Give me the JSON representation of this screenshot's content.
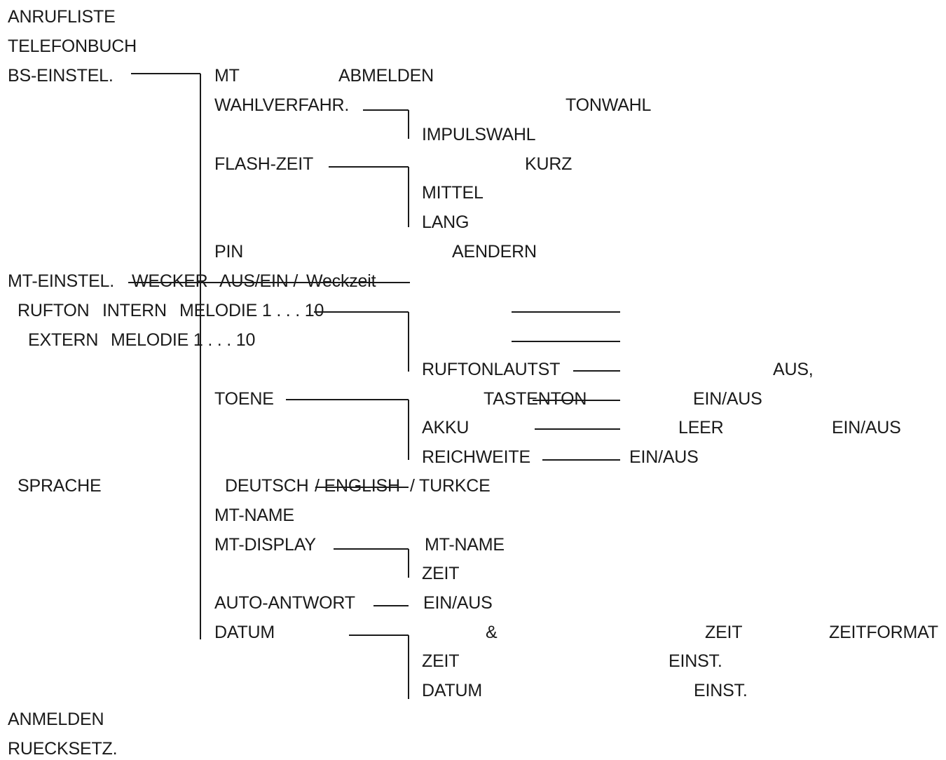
{
  "menu": {
    "anrufliste": "ANRUFLISTE",
    "telefonbuch": "TELEFONBUCH",
    "bs_einstel": "BS-EINSTEL.",
    "mt_einstel": "MT-EINSTEL.",
    "anmelden": "ANMELDEN",
    "ruecksetz": "RUECKSETZ."
  },
  "bs": {
    "mt": "MT",
    "abmelden": "ABMELDEN",
    "wahlverfahr": "WAHLVERFAHR.",
    "tonwahl": "TONWAHL",
    "impulswahl": "IMPULSWAHL",
    "flash_zeit": "FLASH-ZEIT",
    "kurz": "KURZ",
    "mittel": "MITTEL",
    "lang": "LANG",
    "pin": "PIN",
    "aendern": "AENDERN"
  },
  "mt": {
    "wecker": "WECKER",
    "aus_ein": "AUS/EIN /",
    "weckzeit": "Weckzeit",
    "rufton": "RUFTON",
    "intern": "INTERN",
    "intern_melodie": "MELODIE 1 . . . 10",
    "extern": "EXTERN",
    "extern_melodie": "MELODIE 1 . . . 10",
    "ruftonlautst": "RUFTONLAUTST",
    "aus_komma": "AUS,",
    "toene": "TOENE",
    "tastenton": "TASTENTON",
    "tastenton_ein_aus": "EIN/AUS",
    "akku": "AKKU",
    "leer": "LEER",
    "akku_ein_aus": "EIN/AUS",
    "reichweite": "REICHWEITE",
    "reichweite_ein_aus": "EIN/AUS",
    "sprache": "SPRACHE",
    "deutsch": "DEUTSCH",
    "english": "/ ENGLISH",
    "turkce": "/ TURKCE",
    "mt_name": "MT-NAME",
    "mt_display": "MT-DISPLAY",
    "display_mt_name": "MT-NAME",
    "display_zeit": "ZEIT",
    "auto_antwort": "AUTO-ANTWORT",
    "auto_ein_aus": "EIN/AUS",
    "datum": "DATUM",
    "ampersand": "&",
    "zeit_header": "ZEIT",
    "zeitformat": "ZEITFORMAT",
    "zeit_sub": "ZEIT",
    "einst_1": "EINST.",
    "datum_sub": "DATUM",
    "einst_2": "EINST."
  },
  "colors": {
    "ink": "#1a1a1a",
    "background": "#ffffff"
  }
}
